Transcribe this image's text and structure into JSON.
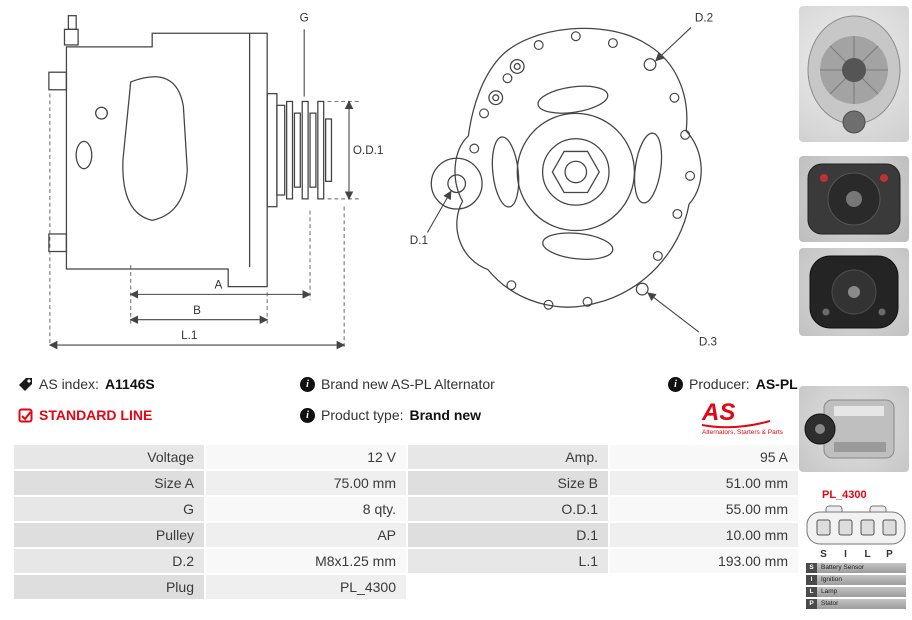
{
  "side_view": {
    "g": "G",
    "od1": "O.D.1",
    "a": "A",
    "b": "B",
    "l1": "L.1"
  },
  "front_view": {
    "d1": "D.1",
    "d2": "D.2",
    "d3": "D.3"
  },
  "icons": {
    "info": "i"
  },
  "info": {
    "as_index_label": "AS index:",
    "as_index_value": "A1146S",
    "brand_new": "Brand new AS-PL Alternator",
    "producer_label": "Producer:",
    "producer_value": "AS-PL",
    "standard_line": "STANDARD LINE",
    "product_type_label": "Product type:",
    "product_type_value": "Brand new",
    "logo_text": "AS",
    "logo_tagline": "Alternators, Starters & Parts"
  },
  "plug": {
    "name": "PL_4300",
    "pins": [
      "S",
      "I",
      "L",
      "P"
    ],
    "legend": [
      {
        "pin": "S",
        "desc": "Battery Sensor"
      },
      {
        "pin": "I",
        "desc": "Ignition"
      },
      {
        "pin": "L",
        "desc": "Lamp"
      },
      {
        "pin": "P",
        "desc": "Stator"
      }
    ]
  },
  "spec_rows": [
    {
      "l1": "Voltage",
      "v1": "12 V",
      "l2": "Amp.",
      "v2": "95 A"
    },
    {
      "l1": "Size A",
      "v1": "75.00 mm",
      "l2": "Size B",
      "v2": "51.00 mm"
    },
    {
      "l1": "G",
      "v1": "8 qty.",
      "l2": "O.D.1",
      "v2": "55.00 mm"
    },
    {
      "l1": "Pulley",
      "v1": "AP",
      "l2": "D.1",
      "v2": "10.00 mm"
    },
    {
      "l1": "D.2",
      "v1": "M8x1.25 mm",
      "l2": "L.1",
      "v2": "193.00 mm"
    },
    {
      "l1": "Plug",
      "v1": "PL_4300",
      "l2": "",
      "v2": ""
    }
  ]
}
